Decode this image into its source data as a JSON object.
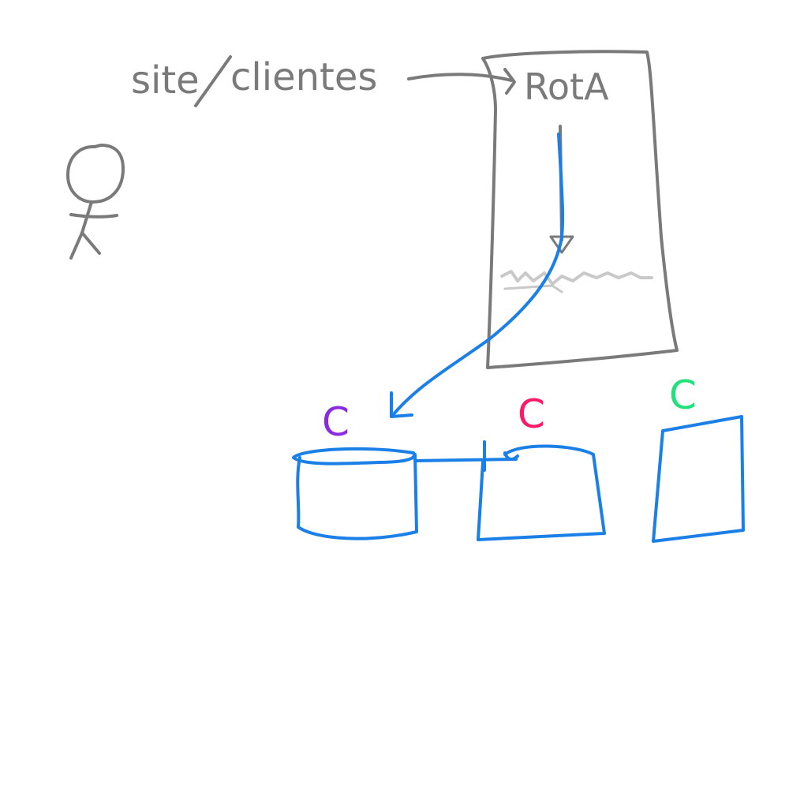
{
  "labels": {
    "site_part": "site",
    "clientes_part": "clientes",
    "rota": "RotA",
    "containers": [
      {
        "letter": "C",
        "color": "#8a2be2"
      },
      {
        "letter": "C",
        "color": "#ff1a66"
      },
      {
        "letter": "C",
        "color": "#22e07a"
      }
    ]
  },
  "colors": {
    "pencil_gray": "#7a7a7a",
    "pen_blue": "#1a7fe6",
    "scribble": "#c9c9c9"
  },
  "icons": {
    "person": "stick-figure-icon"
  }
}
